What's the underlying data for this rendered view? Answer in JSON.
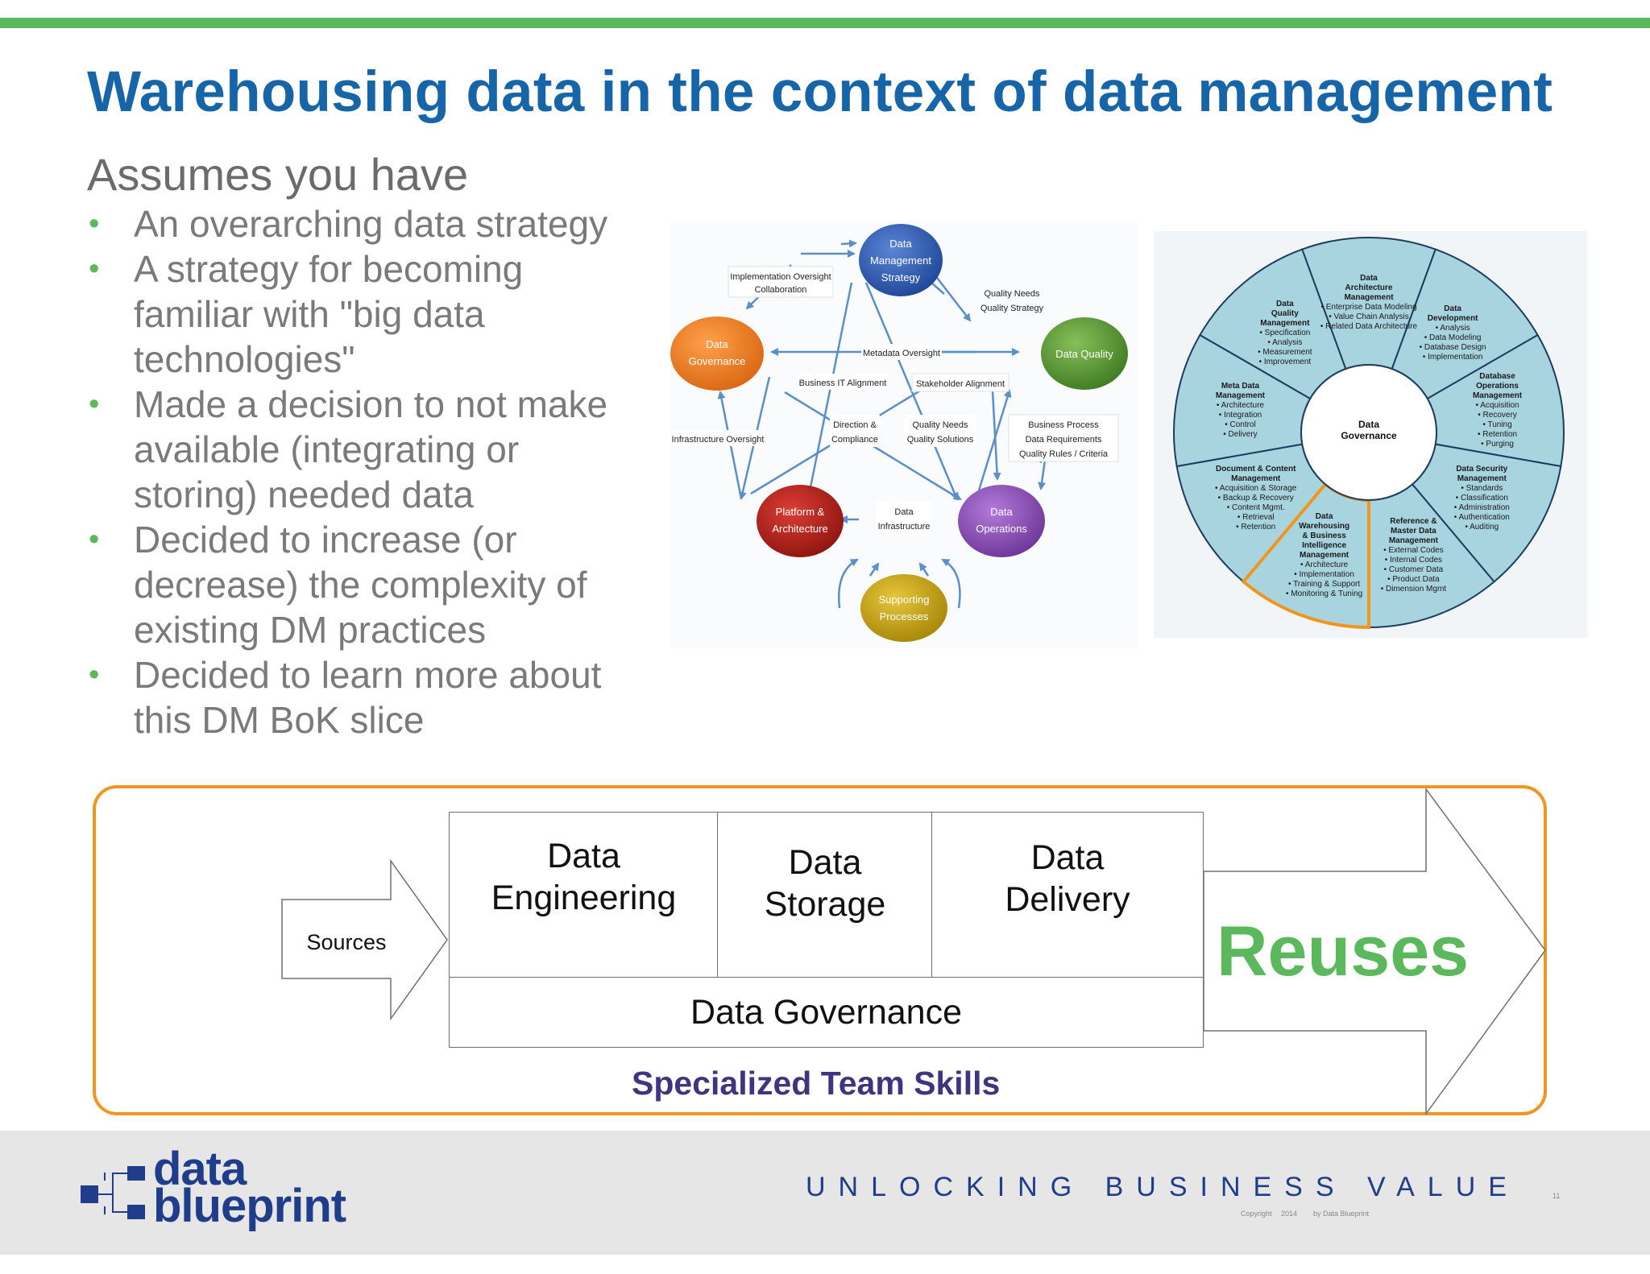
{
  "slide": {
    "title": "Warehousing data in the context of data management",
    "subtitle": "Assumes you have",
    "bullets": [
      "An overarching data strategy",
      "A strategy for becoming familiar with \"big data technologies\"",
      "Made a decision to not make available (integrating or storing) needed data",
      "Decided to increase (or decrease) the complexity of existing DM practices",
      "Decided to learn more about this DM BoK slice"
    ]
  },
  "cycle": {
    "nodes": {
      "strategy": [
        "Data",
        "Management",
        "Strategy"
      ],
      "governance": [
        "Data",
        "Governance"
      ],
      "quality": [
        "Data Quality"
      ],
      "platform": [
        "Platform &",
        "Architecture"
      ],
      "operations": [
        "Data",
        "Operations"
      ],
      "supporting": [
        "Supporting",
        "Processes"
      ]
    },
    "labels": {
      "impl_oversight": [
        "Implementation Oversight",
        "Collaboration"
      ],
      "quality_needs_strategy": [
        "Quality Needs",
        "Quality Strategy"
      ],
      "metadata": "Metadata Oversight",
      "business_it": "Business IT Alignment",
      "stakeholder": "Stakeholder Alignment",
      "infra_oversight": "Infrastructure Oversight",
      "direction": [
        "Direction &",
        "Compliance"
      ],
      "quality_solutions": [
        "Quality Needs",
        "Quality Solutions"
      ],
      "business_process": [
        "Business Process",
        "Data Requirements",
        "Quality Rules / Criteria"
      ],
      "data_infra": [
        "Data",
        "Infrastructure"
      ]
    },
    "colors": {
      "strategy": "#2f5bb0",
      "governance": "#ee7f22",
      "quality": "#5f9b3a",
      "platform": "#b5231b",
      "operations": "#8e4fb8",
      "supporting": "#c9a617",
      "arrow": "#5b8fc9"
    }
  },
  "wheel": {
    "center": [
      "Data",
      "Governance"
    ],
    "segments": [
      {
        "title": [
          "Data",
          "Architecture",
          "Management"
        ],
        "items": [
          "Enterprise Data Modeling",
          "Value Chain Analysis",
          "Related Data Architecture"
        ]
      },
      {
        "title": [
          "Data",
          "Development"
        ],
        "items": [
          "Analysis",
          "Data Modeling",
          "Database Design",
          "Implementation"
        ]
      },
      {
        "title": [
          "Database",
          "Operations",
          "Management"
        ],
        "items": [
          "Acquisition",
          "Recovery",
          "Tuning",
          "Retention",
          "Purging"
        ]
      },
      {
        "title": [
          "Data  Security",
          "Management"
        ],
        "items": [
          "Standards",
          "Classification",
          "Administration",
          "Authentication",
          "Auditing"
        ]
      },
      {
        "title": [
          "Reference &",
          "Master Data",
          "Management"
        ],
        "items": [
          "External Codes",
          "Internal Codes",
          "Customer Data",
          "Product Data",
          "Dimension Mgmt"
        ]
      },
      {
        "title": [
          "Data",
          "Warehousing",
          "& Business",
          "Intelligence",
          "Management"
        ],
        "items": [
          "Architecture",
          "Implementation",
          "Training & Support",
          "Monitoring & Tuning"
        ]
      },
      {
        "title": [
          "Document & Content",
          "Management"
        ],
        "items": [
          "Acquisition & Storage",
          "Backup & Recovery",
          "Content Mgmt.",
          "Retrieval",
          "Retention"
        ]
      },
      {
        "title": [
          "Meta Data",
          "Management"
        ],
        "items": [
          "Architecture",
          "Integration",
          "Control",
          "Delivery"
        ]
      },
      {
        "title": [
          "Data",
          "Quality",
          "Management"
        ],
        "items": [
          "Specification",
          "Analysis",
          "Measurement",
          "Improvement"
        ]
      }
    ],
    "colors": {
      "fill": "#a8d4e0",
      "highlight": "#f0961e",
      "line": "#1d3d5e"
    }
  },
  "flow": {
    "sources": "Sources",
    "engineering": [
      "Data",
      "Engineering"
    ],
    "storage": [
      "Data",
      "Storage"
    ],
    "delivery": [
      "Data",
      "Delivery"
    ],
    "governance": "Data Governance",
    "reuses": "Reuses",
    "team": "Specialized Team Skills",
    "colors": {
      "reuses": "#5cb85c",
      "team": "#3d3580",
      "border": "#f0961e"
    }
  },
  "footer": {
    "logo_top": "data",
    "logo_bottom": "blueprint",
    "tagline": "UNLOCKING BUSINESS VALUE",
    "copyright": "Copyright",
    "year": "2014",
    "by": "by Data Blueprint",
    "page": "11"
  }
}
